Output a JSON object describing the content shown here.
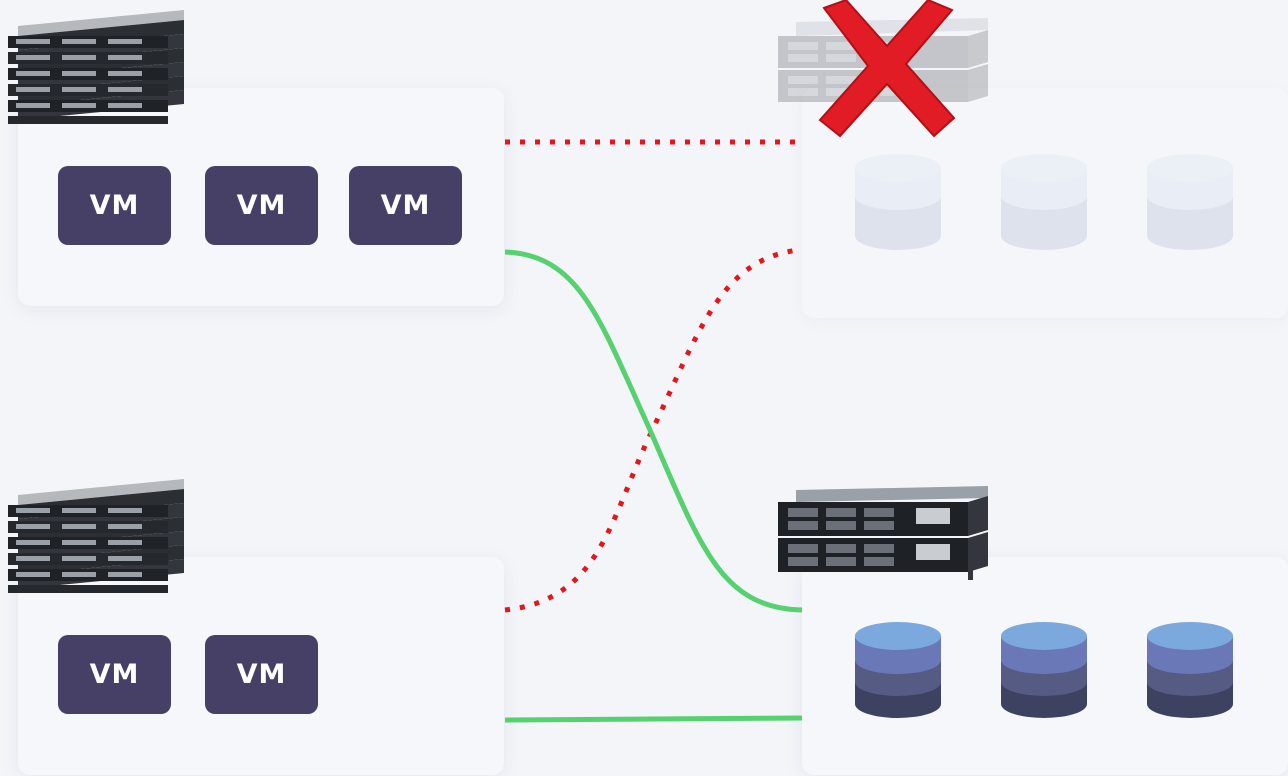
{
  "vm_label": "VM",
  "compute_hosts": [
    {
      "vms": [
        "VM",
        "VM",
        "VM"
      ]
    },
    {
      "vms": [
        "VM",
        "VM"
      ]
    }
  ],
  "storage_nodes": [
    {
      "status": "failed",
      "disks": 3
    },
    {
      "status": "active",
      "disks": 3
    }
  ],
  "links": [
    {
      "from": "compute-host-1",
      "to": "storage-node-1",
      "state": "broken"
    },
    {
      "from": "compute-host-1",
      "to": "storage-node-2",
      "state": "active"
    },
    {
      "from": "compute-host-2",
      "to": "storage-node-1",
      "state": "broken"
    },
    {
      "from": "compute-host-2",
      "to": "storage-node-2",
      "state": "active"
    }
  ],
  "colors": {
    "active_link": "#55d16f",
    "broken_link": "#e6141c",
    "vm_fill": "#463f66",
    "failure_mark": "#e11c24",
    "disk_top": "#7ba8dd",
    "disk_mid": "#6a78b8",
    "disk_base": "#3d4260"
  },
  "icons": {
    "compute_host": "rack-server-icon",
    "storage_node": "nas-server-icon",
    "disk": "database-icon",
    "failure": "red-x-icon"
  }
}
